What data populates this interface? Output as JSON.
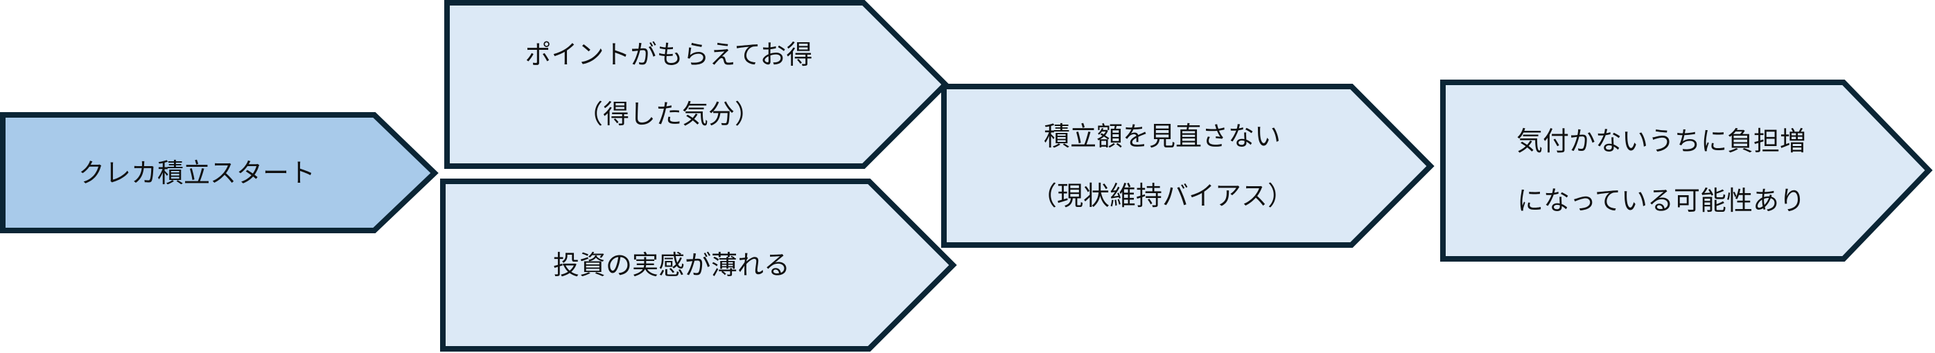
{
  "colors": {
    "stroke": "#0b2535",
    "start_fill": "#a8caea",
    "step_fill": "#dce9f6"
  },
  "steps": [
    {
      "id": "start",
      "lines": [
        "クレカ積立スタート"
      ]
    },
    {
      "id": "points",
      "lines": [
        "ポイントがもらえてお得",
        "（得した気分）"
      ]
    },
    {
      "id": "invest-feel",
      "lines": [
        "投資の実感が薄れる"
      ]
    },
    {
      "id": "no-review",
      "lines": [
        "積立額を見直さない",
        "（現状維持バイアス）"
      ]
    },
    {
      "id": "burden",
      "lines": [
        "気付かないうちに負担増",
        "になっている可能性あり"
      ]
    }
  ]
}
